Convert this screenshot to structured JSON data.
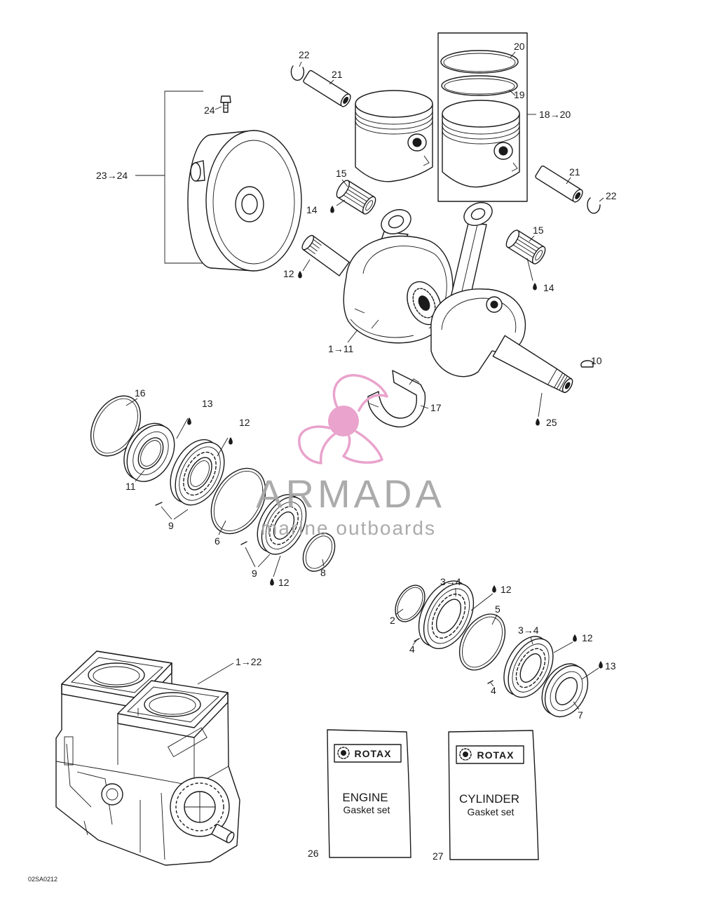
{
  "callouts": [
    "22",
    "21",
    "20",
    "19",
    "18→20",
    "24",
    "23→24",
    "21",
    "22",
    "15",
    "14",
    "15",
    "12",
    "14",
    "1→11",
    "10",
    "16",
    "13",
    "17",
    "12",
    "25",
    "11",
    "9",
    "6",
    "9",
    "12",
    "8",
    "3→4",
    "12",
    "2",
    "5",
    "3→4",
    "12",
    "4",
    "13",
    "1→22",
    "4",
    "7",
    "26",
    "27"
  ],
  "watermark": {
    "brand": "ARMADA",
    "tagline": "marine outboards"
  },
  "kits": [
    {
      "brand": "ROTAX",
      "title": "ENGINE",
      "subtitle": "Gasket set",
      "number": "26"
    },
    {
      "brand": "ROTAX",
      "title": "CYLINDER",
      "subtitle": "Gasket set",
      "number": "27"
    }
  ],
  "drawing_code": "02SA0212",
  "colors": {
    "line": "#1a1a1a",
    "watermark_pink": "#e9a3cc",
    "watermark_grey": "#a3a3a3",
    "paper": "#ffffff"
  }
}
